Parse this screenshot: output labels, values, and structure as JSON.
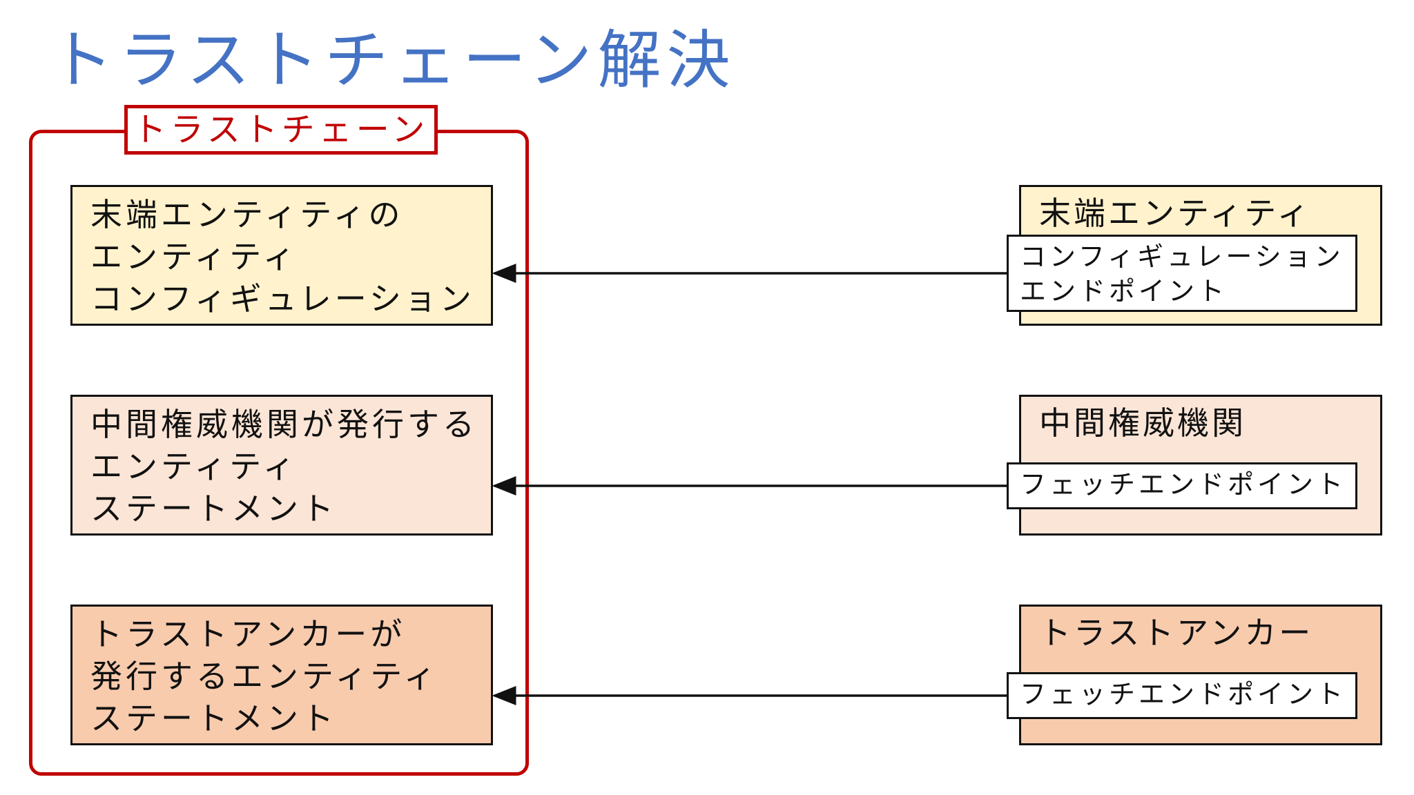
{
  "title": "トラストチェーン解決",
  "chain": {
    "label": "トラストチェーン",
    "items": [
      {
        "lines": [
          "末端エンティティの",
          "エンティティ",
          "コンフィギュレーション"
        ]
      },
      {
        "lines": [
          "中間権威機関が発行する",
          "エンティティ",
          "ステートメント"
        ]
      },
      {
        "lines": [
          "トラストアンカーが",
          "発行するエンティティ",
          "ステートメント"
        ]
      }
    ]
  },
  "entities": [
    {
      "name": "末端エンティティ",
      "endpoint_lines": [
        "コンフィギュレーション",
        "エンドポイント"
      ]
    },
    {
      "name": "中間権威機関",
      "endpoint_lines": [
        "フェッチエンドポイント"
      ]
    },
    {
      "name": "トラストアンカー",
      "endpoint_lines": [
        "フェッチエンドポイント"
      ]
    }
  ],
  "colors": {
    "title": "#4472c4",
    "chain_frame": "#c00000",
    "level1": "#fff2cc",
    "level2": "#fbe5d6",
    "level3": "#f8cbad"
  }
}
